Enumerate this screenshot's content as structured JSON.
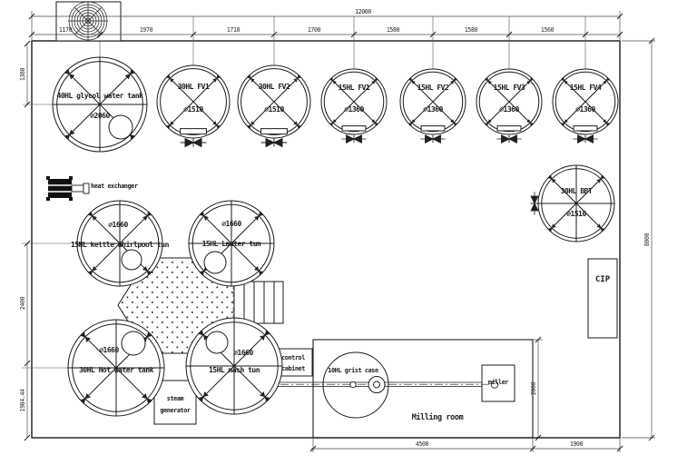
{
  "drawing": {
    "equipment": {
      "glycol_tank": {
        "name": "40HL glycol water tank",
        "diameter": "∅2060"
      },
      "fv30_1": {
        "name": "30HL FV1",
        "diameter": "∅1510"
      },
      "fv30_2": {
        "name": "30HL FV2",
        "diameter": "∅1510"
      },
      "fv15_1": {
        "name": "15HL FV1",
        "diameter": "∅1360"
      },
      "fv15_2": {
        "name": "15HL FV2",
        "diameter": "∅1360"
      },
      "fv15_3": {
        "name": "15HL FV3",
        "diameter": "∅1360"
      },
      "fv15_4": {
        "name": "15HL FV4",
        "diameter": "∅1360"
      },
      "heat_exchanger": {
        "name": "heat exchanger"
      },
      "kettle_whirlpool": {
        "name": "15HL kettle whirlpool tun",
        "diameter": "∅1660"
      },
      "lauter_tun": {
        "name": "15HL Lauter tun",
        "diameter": "∅1660"
      },
      "bbt": {
        "name": "30HL BBT",
        "diameter": "∅1510"
      },
      "hot_water_tank": {
        "name": "30HL Hot water tank",
        "diameter": "∅1660"
      },
      "mash_tun": {
        "name": "15HL mash tun",
        "diameter": "∅1660"
      },
      "steam_generator": {
        "line1": "steam",
        "line2": "generator"
      },
      "control_cabinet": {
        "line1": "control",
        "line2": "cabinet"
      },
      "grist_case": {
        "name": "10HL grist case"
      },
      "miller": {
        "name": "miller"
      },
      "cip": {
        "name": "CIP"
      }
    },
    "rooms": {
      "milling_room": "Milling room"
    },
    "dimensions": {
      "overall_width": "12000",
      "overall_height": "8000",
      "top_segments": [
        "1170",
        "1970",
        "1710",
        "1700",
        "1580",
        "1580",
        "1560"
      ],
      "left_top": "1380",
      "left_middle": "2400",
      "left_bottom": "1984.44",
      "milling_room_height": "2000",
      "milling_room_width": "4500",
      "bottom_right": "1900"
    },
    "colors": {
      "line": "#1b1b1b",
      "dim_line": "#4a4a4a",
      "background": "#ffffff"
    }
  }
}
